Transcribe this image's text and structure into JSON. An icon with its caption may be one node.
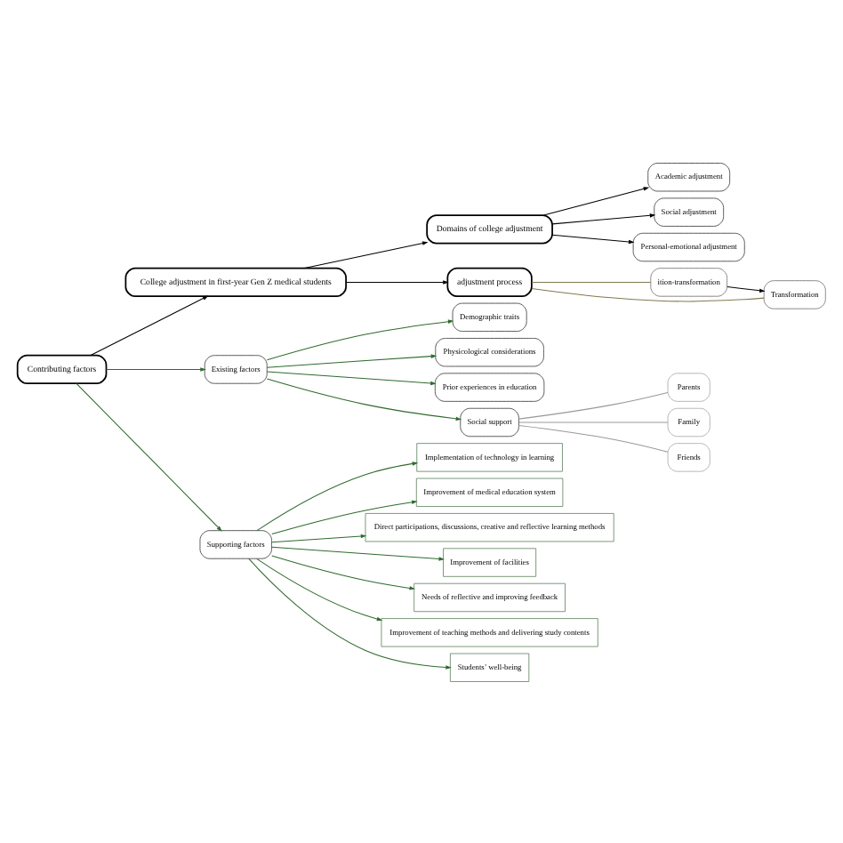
{
  "diagram": {
    "nodes": [
      {
        "text": [
          "Academic adjustment"
        ]
      },
      {
        "text": [
          "Social adjustment"
        ]
      },
      {
        "text": [
          "Personal-emotional adjustment"
        ]
      },
      {
        "text": [
          "Domains of college adjustment"
        ]
      },
      {
        "text": [
          "College adjustment in first-year Gen Z medical students"
        ]
      },
      {
        "text": [
          "adjustment process"
        ]
      },
      {
        "text": [
          "ition-transformation"
        ]
      },
      {
        "text": [
          "Transformation"
        ]
      },
      {
        "text": [
          "Contributing factors"
        ]
      },
      {
        "text": [
          "Existing factors"
        ]
      },
      {
        "text": [
          "Demographic traits"
        ]
      },
      {
        "text": [
          "Physicological considerations"
        ]
      },
      {
        "text": [
          "Prior experiences in education"
        ]
      },
      {
        "text": [
          "Social support"
        ]
      },
      {
        "text": [
          "Parents"
        ]
      },
      {
        "text": [
          "Family"
        ]
      },
      {
        "text": [
          "Friends"
        ]
      },
      {
        "text": [
          "Supporting factors"
        ]
      },
      {
        "text": [
          "Implementation of technology in learning"
        ]
      },
      {
        "text": [
          "Improvement of medical education system"
        ]
      },
      {
        "text": [
          "Direct participations, discussions, creative and reflective learning methods"
        ]
      },
      {
        "text": [
          "Improvement of facilities"
        ]
      },
      {
        "text": [
          "Needs of reflective and improving feedback"
        ]
      },
      {
        "text": [
          "Improvement of teaching methods and delivering study contents"
        ]
      },
      {
        "text": [
          "Students’ well-being"
        ]
      }
    ],
    "edges": [
      {
        "from": 3,
        "to": 0,
        "arrow": "to",
        "color": "#000000"
      },
      {
        "from": 3,
        "to": 1,
        "arrow": "to",
        "color": "#000000"
      },
      {
        "from": 3,
        "to": 2,
        "arrow": "to",
        "color": "#000000"
      },
      {
        "from": 4,
        "to": 3,
        "arrow": "to",
        "color": "#000000"
      },
      {
        "from": 4,
        "to": 5,
        "arrow": "to",
        "color": "#000000"
      },
      {
        "from": 5,
        "to": 6,
        "arrow": "none",
        "color": "#807a50"
      },
      {
        "from": 5,
        "to": 7,
        "arrow": "none",
        "color": "#807a50"
      },
      {
        "from": 6,
        "to": 7,
        "arrow": "to",
        "color": "#000000"
      },
      {
        "from": 8,
        "to": 4,
        "arrow": "to",
        "color": "#000000"
      },
      {
        "from": 8,
        "to": 9,
        "arrow": "to",
        "color": "#2f6b2f"
      },
      {
        "from": 8,
        "to": 17,
        "arrow": "to",
        "color": "#2f6b2f"
      },
      {
        "from": 9,
        "to": 10,
        "arrow": "to",
        "color": "#2f6b2f"
      },
      {
        "from": 9,
        "to": 11,
        "arrow": "to",
        "color": "#2f6b2f"
      },
      {
        "from": 9,
        "to": 12,
        "arrow": "to",
        "color": "#2f6b2f"
      },
      {
        "from": 9,
        "to": 13,
        "arrow": "to",
        "color": "#2f6b2f"
      },
      {
        "from": 13,
        "to": 14,
        "arrow": "none",
        "color": "#999999"
      },
      {
        "from": 13,
        "to": 15,
        "arrow": "none",
        "color": "#999999"
      },
      {
        "from": 13,
        "to": 16,
        "arrow": "none",
        "color": "#999999"
      },
      {
        "from": 17,
        "to": 18,
        "arrow": "to",
        "color": "#2f6b2f"
      },
      {
        "from": 17,
        "to": 19,
        "arrow": "to",
        "color": "#2f6b2f"
      },
      {
        "from": 17,
        "to": 20,
        "arrow": "to",
        "color": "#2f6b2f"
      },
      {
        "from": 17,
        "to": 21,
        "arrow": "to",
        "color": "#2f6b2f"
      },
      {
        "from": 17,
        "to": 22,
        "arrow": "to",
        "color": "#2f6b2f"
      },
      {
        "from": 17,
        "to": 23,
        "arrow": "to",
        "color": "#2f6b2f"
      },
      {
        "from": 17,
        "to": 24,
        "arrow": "to",
        "color": "#2f6b2f"
      }
    ]
  }
}
